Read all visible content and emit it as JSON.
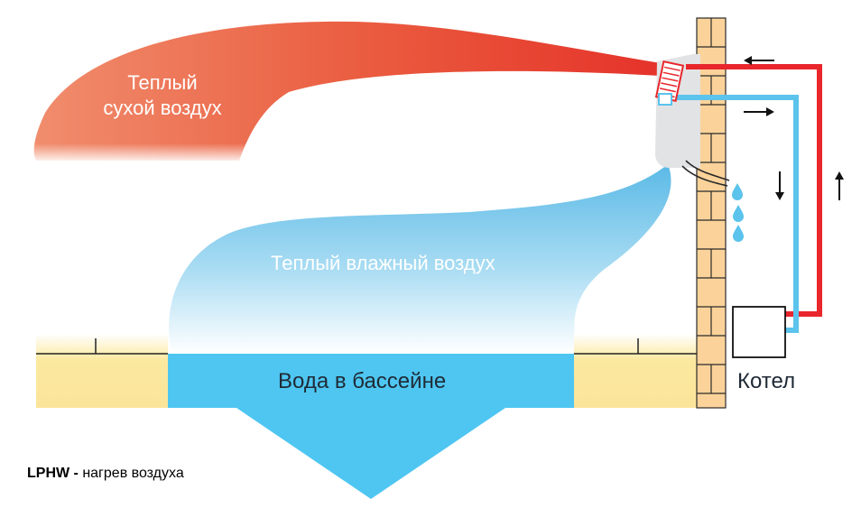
{
  "labels": {
    "warm_dry_line1": "Теплый",
    "warm_dry_line2": "сухой воздух",
    "warm_humid": "Теплый влажный воздух",
    "pool_water": "Вода в бассейне",
    "boiler": "Котел"
  },
  "caption": {
    "bold": "LPHW -",
    "text": " нагрев воздуха"
  },
  "colors": {
    "hot_pipe": "#e8262b",
    "cold_pipe": "#5bc3ec",
    "pool_water": "#4ec6f1",
    "wall_brick": "#fbd39a",
    "deck": "#fbe9a0",
    "warm_air": "#e8412e",
    "humid_air": "#5ac0ea",
    "unit_body": "#e2e3e5"
  }
}
